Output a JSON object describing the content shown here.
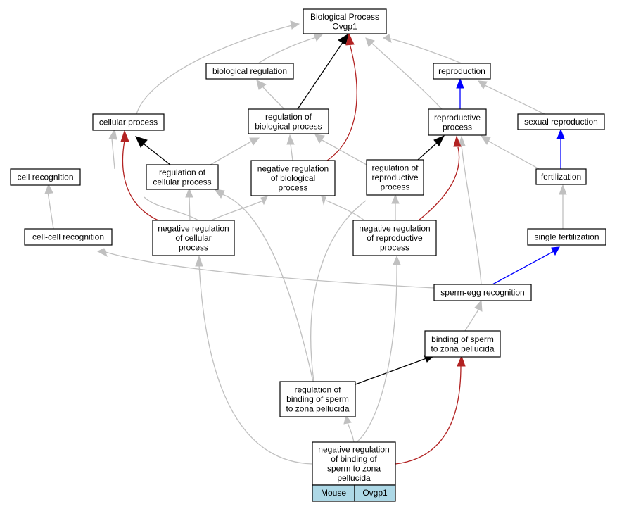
{
  "colors": {
    "is_a": "#c0c0c0",
    "regulates": "#000000",
    "negatively_regulates": "#b22222",
    "part_of": "#0000ff",
    "legend_fill": "#add8e6"
  },
  "nodes": {
    "bp": [
      "Biological Process",
      "Ovgp1"
    ],
    "bio_reg": [
      "biological regulation"
    ],
    "reproduction": [
      "reproduction"
    ],
    "cellular_process": [
      "cellular process"
    ],
    "reg_bio_proc": [
      "regulation of",
      "biological process"
    ],
    "repro_proc": [
      "reproductive",
      "process"
    ],
    "sexual_repro": [
      "sexual reproduction"
    ],
    "cell_recog": [
      "cell recognition"
    ],
    "reg_cell_proc": [
      "regulation of",
      "cellular process"
    ],
    "neg_reg_bio": [
      "negative regulation",
      "of biological",
      "process"
    ],
    "reg_repro": [
      "regulation of",
      "reproductive",
      "process"
    ],
    "fertilization": [
      "fertilization"
    ],
    "cc_recog": [
      "cell-cell recognition"
    ],
    "neg_reg_cell": [
      "negative regulation",
      "of cellular",
      "process"
    ],
    "neg_reg_repro": [
      "negative regulation",
      "of reproductive",
      "process"
    ],
    "single_fert": [
      "single fertilization"
    ],
    "sperm_egg": [
      "sperm-egg recognition"
    ],
    "binding_sperm": [
      "binding of sperm",
      "to zona pellucida"
    ],
    "reg_binding": [
      "regulation of",
      "binding of sperm",
      "to zona pellucida"
    ],
    "neg_reg_binding": [
      "negative regulation",
      "of binding of",
      "sperm to zona",
      "pellucida"
    ]
  },
  "legend": {
    "species": "Mouse",
    "gene": "Ovgp1"
  }
}
